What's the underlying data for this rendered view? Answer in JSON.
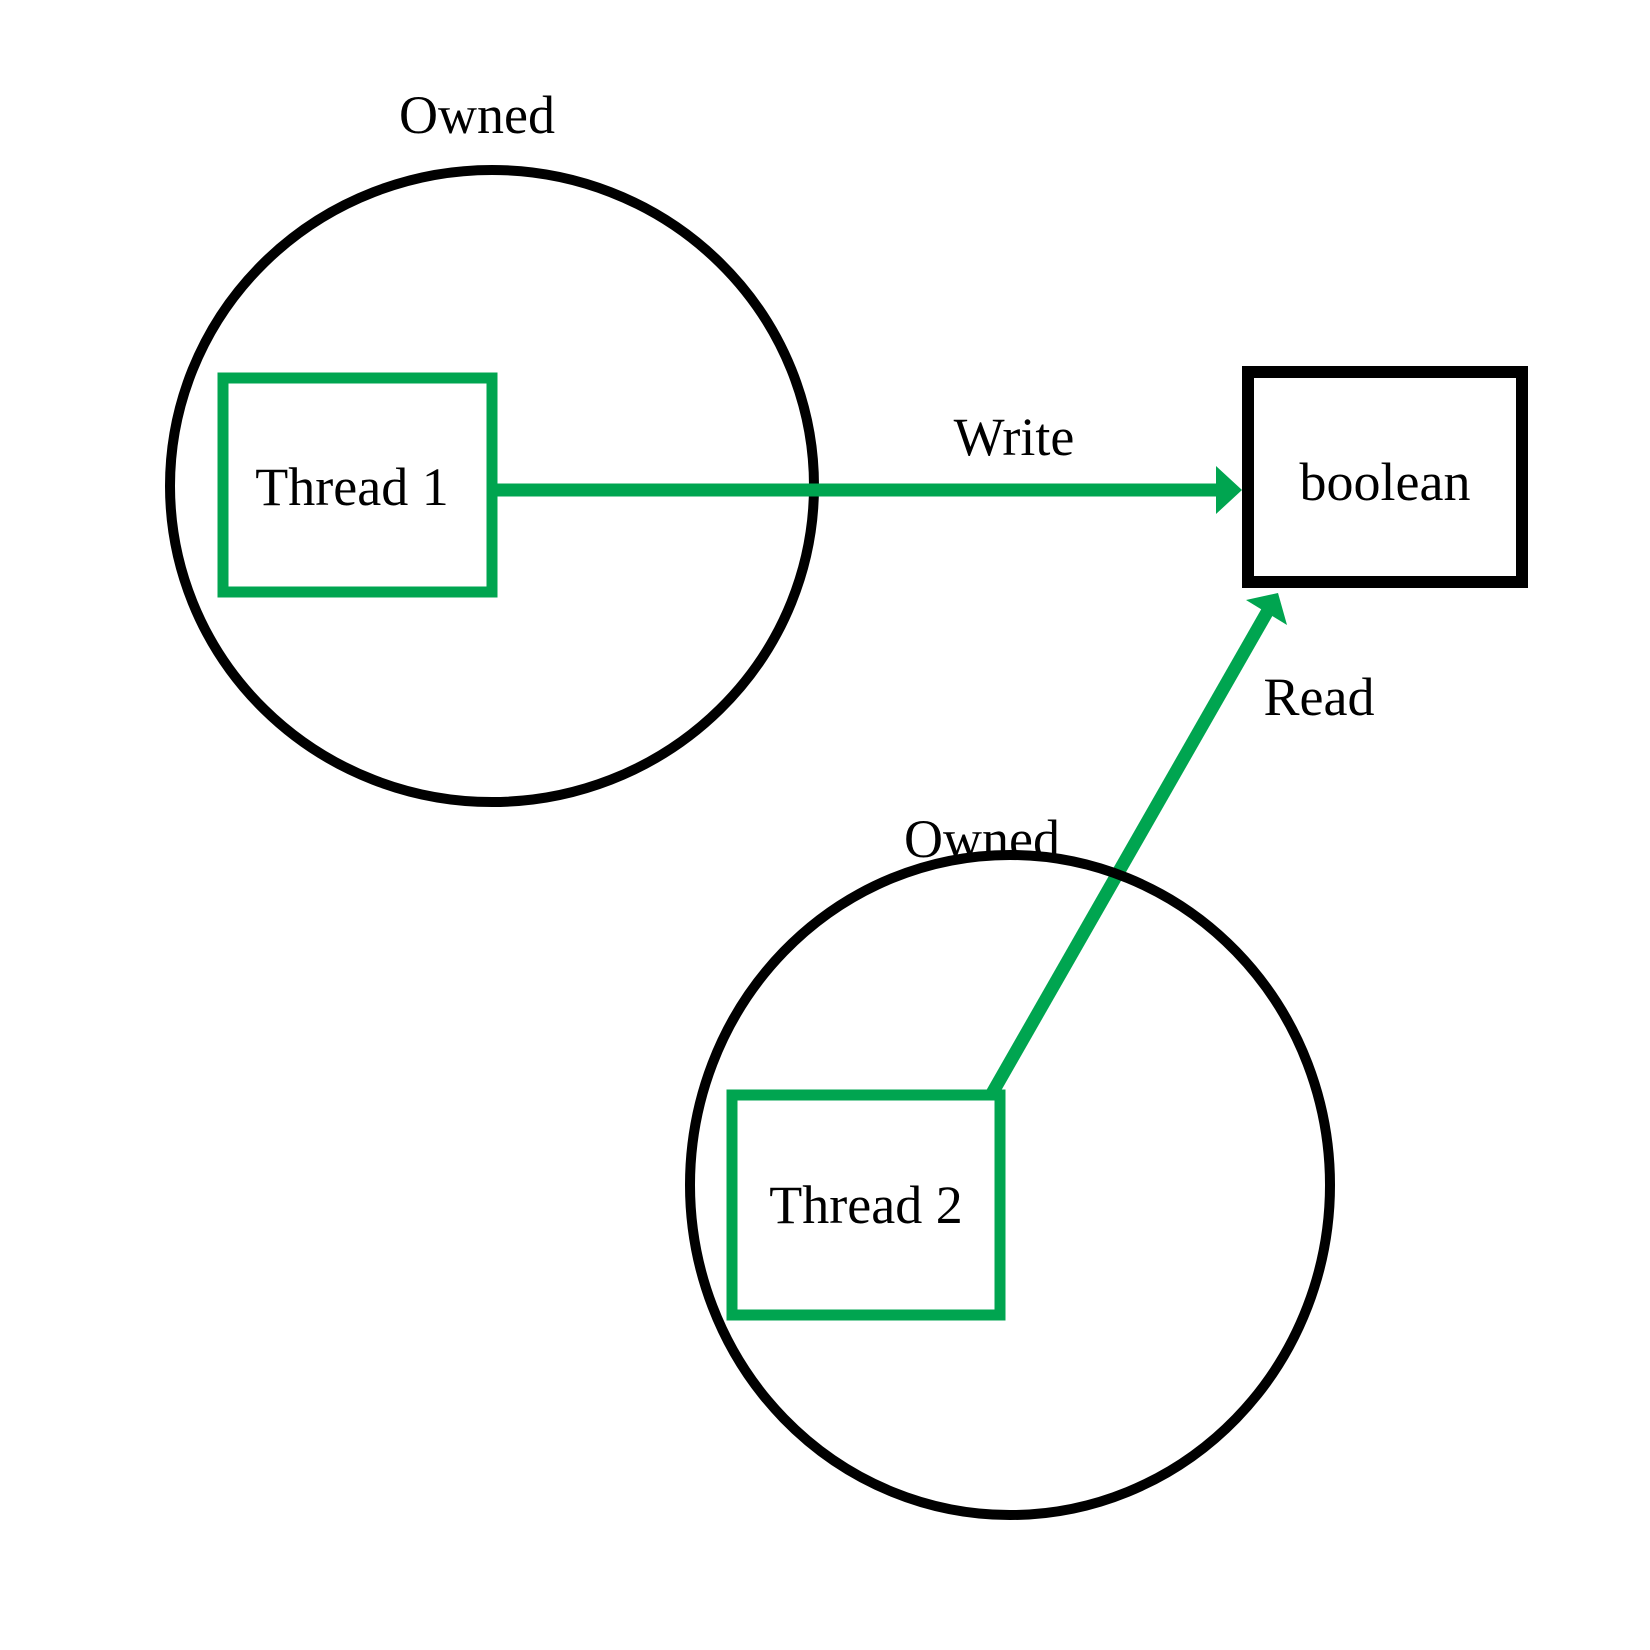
{
  "colors": {
    "accent_green": "#00a550",
    "outline_black": "#000000",
    "background": "#ffffff"
  },
  "groups": {
    "group1": {
      "label": "Owned",
      "node_label": "Thread 1"
    },
    "group2": {
      "label": "Owned",
      "node_label": "Thread 2"
    }
  },
  "shared_node": {
    "label": "boolean"
  },
  "edges": {
    "write": {
      "label": "Write"
    },
    "read": {
      "label": "Read"
    }
  }
}
